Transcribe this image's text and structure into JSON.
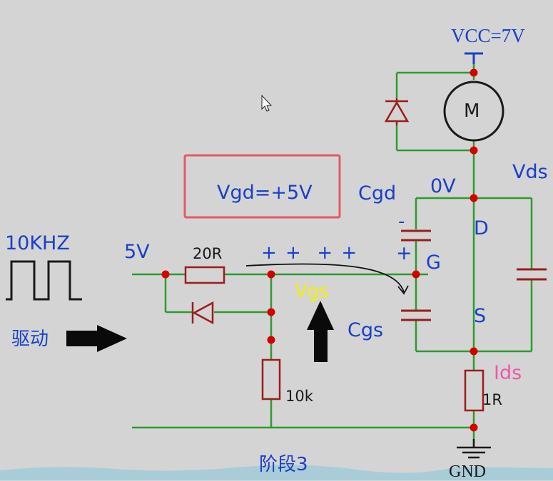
{
  "supply": {
    "label": "VCC=7V"
  },
  "motor": {
    "label": "M"
  },
  "drain_voltage": {
    "label": "0V"
  },
  "vds": {
    "label": "Vds"
  },
  "cgd": {
    "label": "Cgd"
  },
  "cgs": {
    "label": "Cgs"
  },
  "pins": {
    "d": "D",
    "g": "G",
    "s": "S"
  },
  "ids": {
    "label": "Ids"
  },
  "gnd": {
    "label": "GND"
  },
  "signal": {
    "frequency": "10KHZ",
    "level": "5V",
    "drive_label": "驱动"
  },
  "resistors": {
    "gate": "20R",
    "pulldown": "10k",
    "sense": "1R"
  },
  "vgd_box": {
    "text": "Vgd=+5V"
  },
  "vgs": {
    "label": "Vgs"
  },
  "charges": {
    "gate_line": "+ +  + +",
    "cgd_minus": "-",
    "cgs_plus": "+"
  },
  "stage": {
    "label": "阶段3"
  },
  "colors": {
    "background": "#d4d4d4",
    "wire_green": "#2e9a2e",
    "component": "#9b1c1c",
    "node": "#d40000",
    "label_blue": "#1a3fc8",
    "vgs_yellow": "#f4f000",
    "ids_pink": "#ec5aa8",
    "box_border": "#e05a66",
    "water": "#a8ccd8"
  }
}
